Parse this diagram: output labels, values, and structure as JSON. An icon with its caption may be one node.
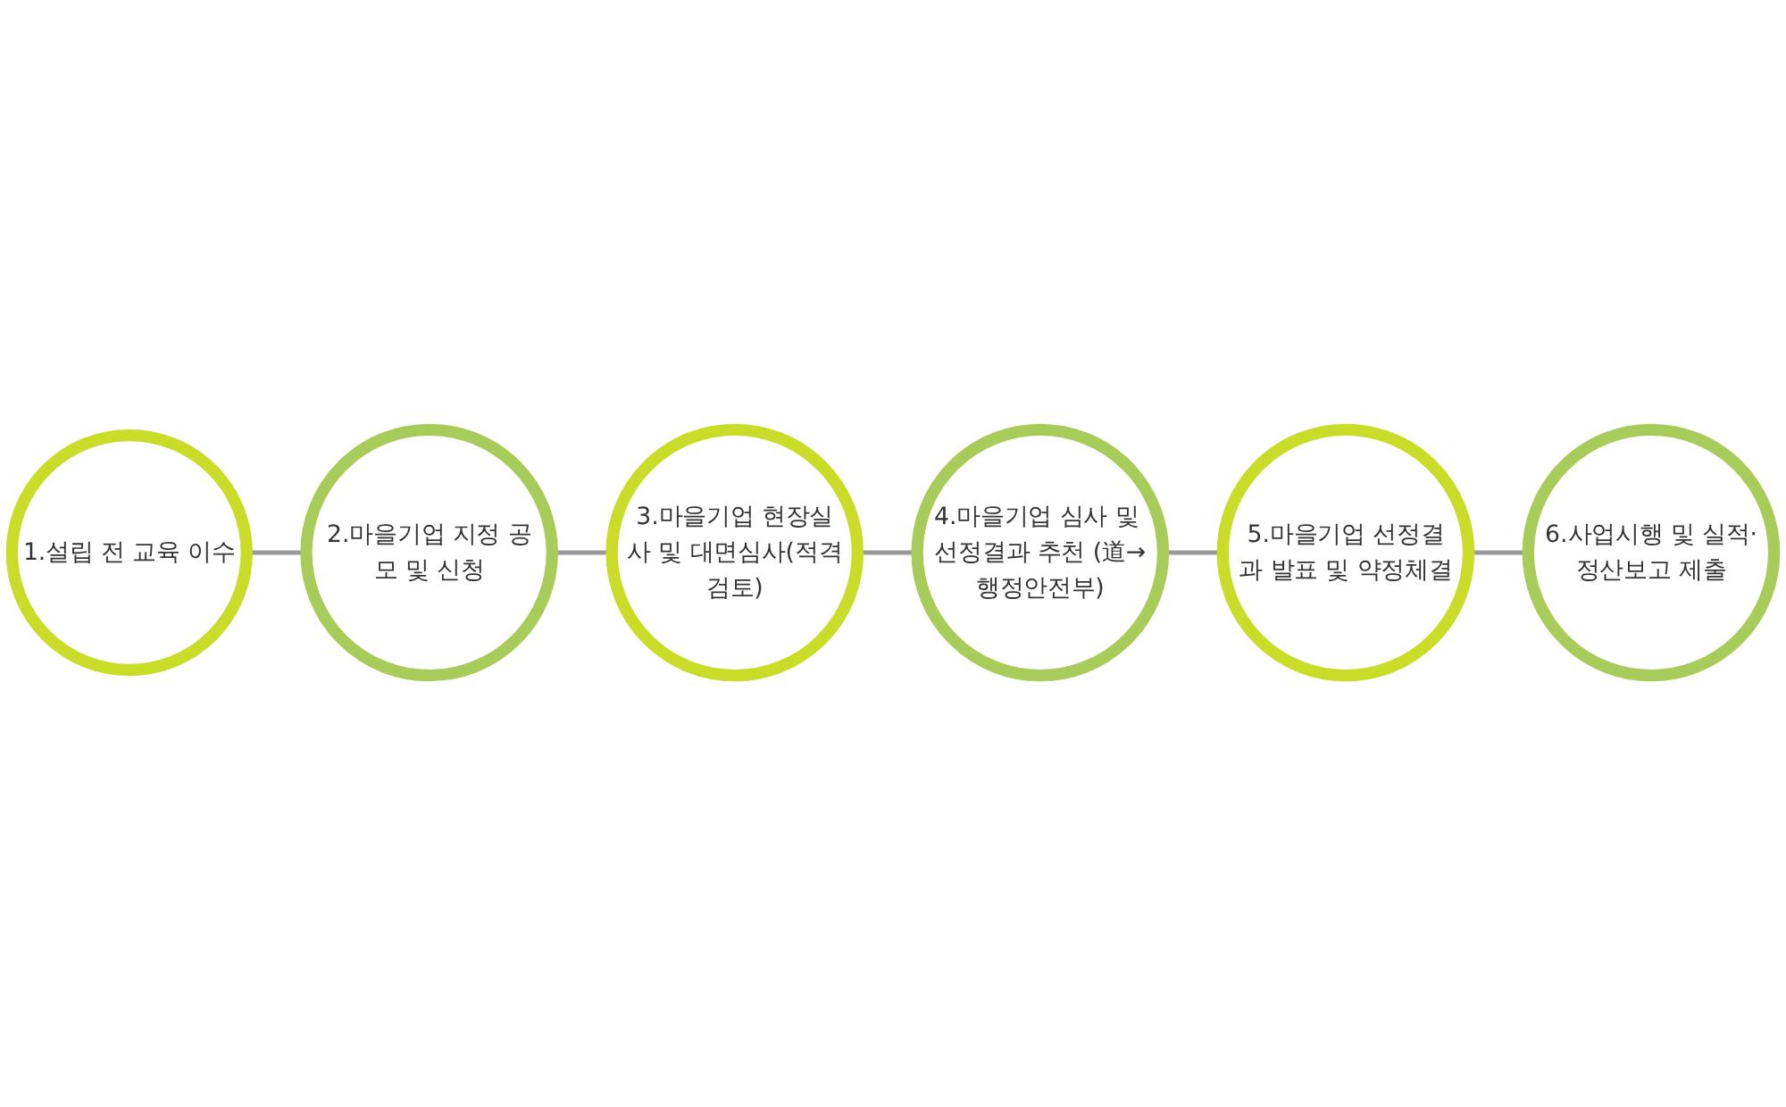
{
  "diagram": {
    "nodes": [
      {
        "text": [
          "1.설립 전 교육 이수"
        ]
      },
      {
        "text": [
          "2.마을기업 지정 공모 및 신청"
        ]
      },
      {
        "text": [
          "3.마을기업 현장실사 및 대면심사(적격검토)"
        ]
      },
      {
        "text": [
          "4.마을기업 심사 및 선정결과 추천 (道→행정안전부)"
        ]
      },
      {
        "text": [
          "5.마을기업 선정결과 발표 및 약정체결"
        ]
      },
      {
        "text": [
          "6.사업시행 및 실적·정산보고 제출"
        ]
      }
    ],
    "edges": [
      {
        "from": 0,
        "to": 1,
        "arrow": "none"
      },
      {
        "from": 1,
        "to": 2,
        "arrow": "none"
      },
      {
        "from": 2,
        "to": 3,
        "arrow": "none"
      },
      {
        "from": 3,
        "to": 4,
        "arrow": "none"
      },
      {
        "from": 4,
        "to": 5,
        "arrow": "none"
      }
    ]
  }
}
